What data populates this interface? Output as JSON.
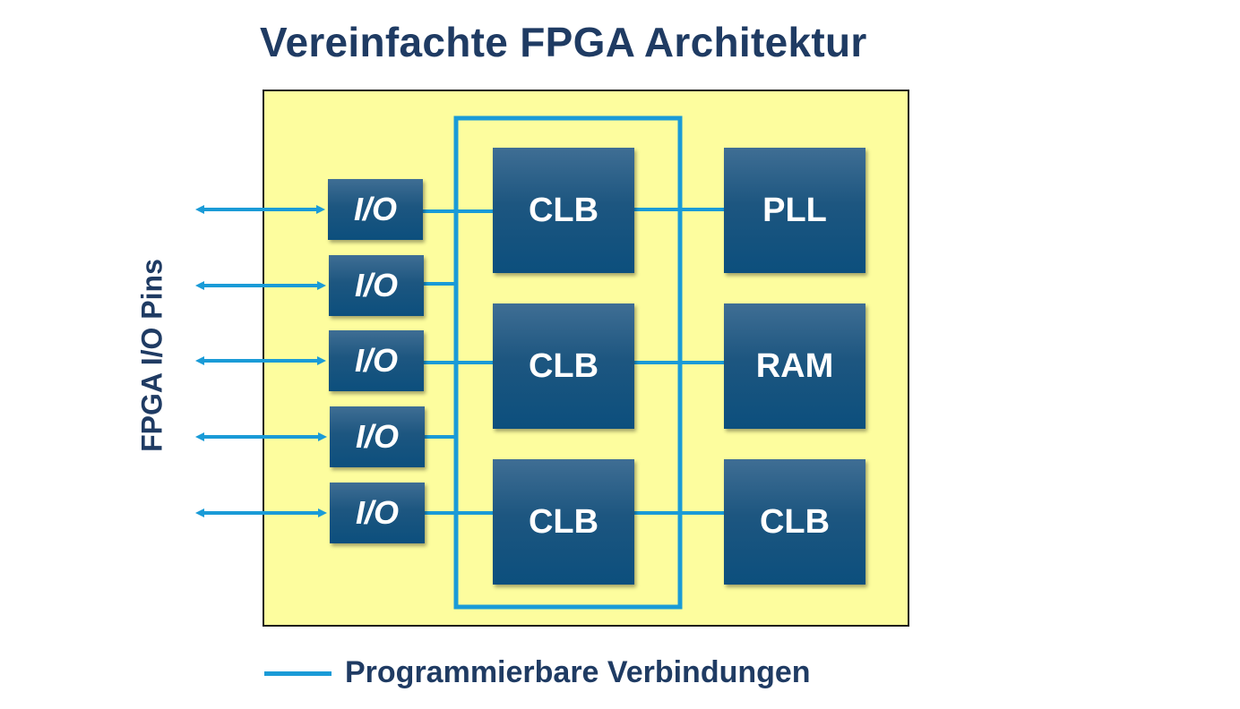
{
  "title": "Vereinfachte FPGA Architektur",
  "side_label": "FPGA I/O Pins",
  "io_blocks": [
    "I/O",
    "I/O",
    "I/O",
    "I/O",
    "I/O"
  ],
  "clb_column": [
    "CLB",
    "CLB",
    "CLB"
  ],
  "right_column": [
    "PLL",
    "RAM",
    "CLB"
  ],
  "legend": {
    "label": "Programmierbare Verbindungen"
  },
  "colors": {
    "title_text": "#1f3b63",
    "chip_fill": "#fdfd9e",
    "block_fill": "#1d5680",
    "interconnect": "#1a9bd7"
  }
}
